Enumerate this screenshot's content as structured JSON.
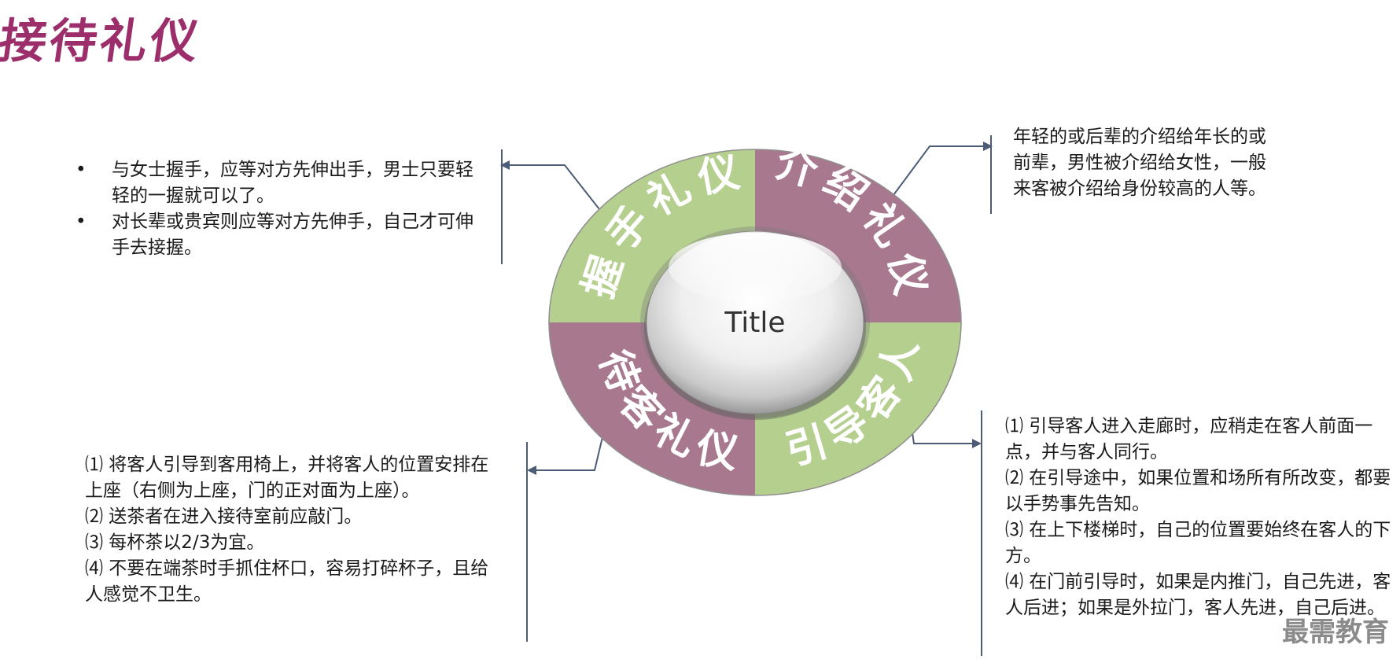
{
  "title": "接待礼仪",
  "ring": {
    "hub_title": "Title",
    "segments": [
      {
        "key": "handshake",
        "label": "握手礼仪",
        "color": "#b5cf8f"
      },
      {
        "key": "introduction",
        "label": "介绍礼仪",
        "color": "#a8788f"
      },
      {
        "key": "guiding",
        "label": "引导客人",
        "color": "#b5cf8f"
      },
      {
        "key": "serving",
        "label": "待客礼仪",
        "color": "#a8788f"
      }
    ]
  },
  "handshake_notes": [
    "与女士握手，应等对方先伸出手，男士只要轻轻的一握就可以了。",
    "对长辈或贵宾则应等对方先伸手，自己才可伸手去接握。"
  ],
  "introduction_note": "年轻的或后辈的介绍给年长的或前辈，男性被介绍给女性，一般来客被介绍给身份较高的人等。",
  "serving_notes": [
    "⑴ 将客人引导到客用椅上，并将客人的位置安排在上座（右侧为上座，门的正对面为上座）。",
    "⑵ 送茶者在进入接待室前应敲门。",
    "⑶ 每杯茶以2/3为宜。",
    "⑷ 不要在端茶时手抓住杯口，容易打碎杯子，且给人感觉不卫生。"
  ],
  "guiding_notes": [
    "⑴ 引导客人进入走廊时，应稍走在客人前面一点，并与客人同行。",
    "⑵ 在引导途中，如果位置和场所有所改变，都要以手势事先告知。",
    "⑶ 在上下楼梯时，自己的位置要始终在客人的下方。",
    "⑷ 在门前引导时，如果是内推门，自己先进，客人后进；如果是外拉门，客人先进，自己后进。"
  ],
  "watermark": "最需教育"
}
